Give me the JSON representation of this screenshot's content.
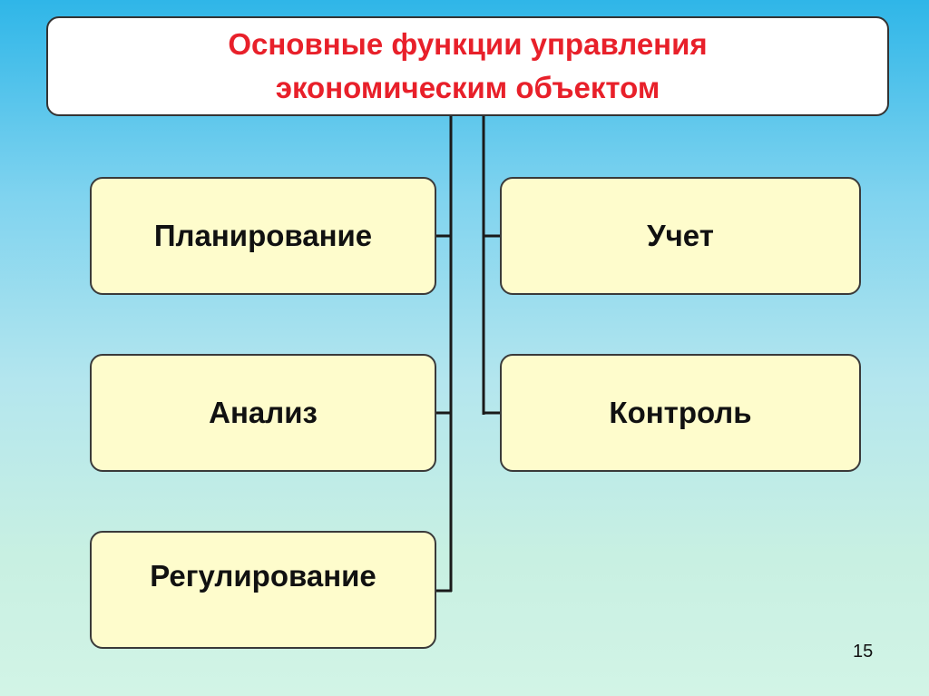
{
  "slide": {
    "title_line1": "Основные функции управления",
    "title_line2": "экономическим объектом",
    "page_number": "15"
  },
  "functions": {
    "left": [
      "Планирование",
      "Анализ",
      "Регулирование"
    ],
    "right": [
      "Учет",
      "Контроль"
    ]
  },
  "colors": {
    "title_text": "#e8202a",
    "box_fill": "#fefccc",
    "title_box_fill": "#ffffff",
    "border": "#3a3a3a"
  }
}
